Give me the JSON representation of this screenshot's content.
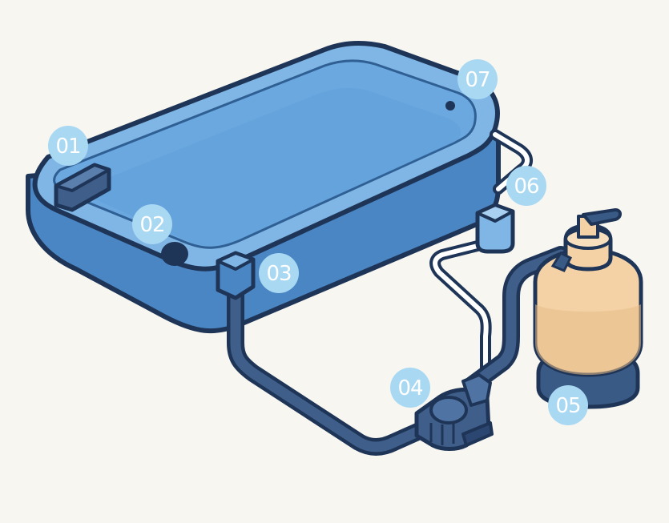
{
  "colors": {
    "background": "#f7f6f1",
    "outline": "#1f3557",
    "pool_light": "#7fb6e6",
    "pool_mid": "#5f9fd8",
    "pool_dark": "#4a86c4",
    "pipe": "#3f5f8a",
    "pipe_dark": "#2b4670",
    "filter_tank": "#f4d2a6",
    "filter_tank_shade": "#e6bb86",
    "filter_base": "#3a5a86",
    "callout_bg": "#a9d8f2"
  },
  "callouts": [
    {
      "id": "01",
      "label": "01",
      "part": "skimmer"
    },
    {
      "id": "02",
      "label": "02",
      "part": "main-drain"
    },
    {
      "id": "03",
      "label": "03",
      "part": "return-fitting"
    },
    {
      "id": "04",
      "label": "04",
      "part": "pump"
    },
    {
      "id": "05",
      "label": "05",
      "part": "sand-filter"
    },
    {
      "id": "06",
      "label": "06",
      "part": "return-inlet"
    },
    {
      "id": "07",
      "label": "07",
      "part": "wall-inlet"
    }
  ]
}
